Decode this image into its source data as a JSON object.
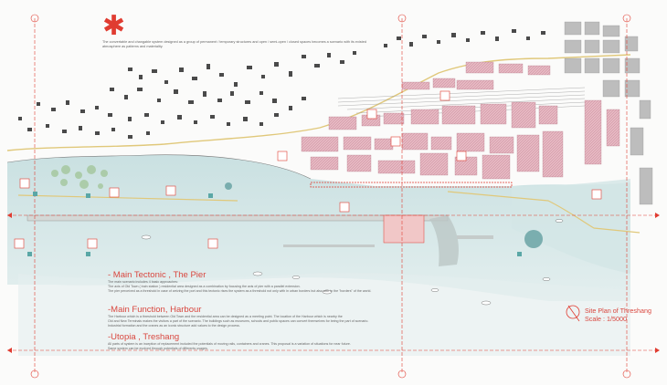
{
  "intro": "The convertable and changable system designed as a group of permanent / temporary structures and open / semi-open / closed spaces becomes a scenario with its existed atmosphere as patterns and materiality.",
  "sections": [
    {
      "title": "- Main Tectonic , The Pier",
      "lines": [
        "The main scenario includes 4 basic approaches:",
        "The axis of Old Town ( train station ) residential area designed as a combination by focusing the axis of pier with a parallel extension.",
        "The pier perceived as a threshold in case of arriving the port and this tectonic rises the system as a threshold not only with in urban borders but also with in the \"borders\" of the world."
      ]
    },
    {
      "title": "-Main Function, Harbour",
      "lines": [
        "The Harbour which is a threshold between Old Town and the residential area can be designed as a meeting point. The location of the Harbour which is nearby the",
        "Old and New Terminals makes the visitors a part of the scenario. The buildings such as museums, schools and public spaces can convert themselves for being the part of scenario.",
        "Industrial formation and the cranes as an iconic structure add values to the design process."
      ]
    },
    {
      "title": "-Utopia , Treshang",
      "lines": [
        "All parts of system is an inception of replacement included the potentials of moving rails, containers and cranes. This proposal is a variation of situations for near future.",
        "Same system can be evolved through potentials of differents usages."
      ]
    }
  ],
  "scale_title": "Site Plan of Threshang",
  "scale_value": "Scale : 1/5000",
  "colors": {
    "accent": "#e03c31",
    "water": "#cfe3e3",
    "building": "#d9a8b4",
    "old_town": "#444444"
  },
  "icons": [
    "north-arrow-icon",
    "asterisk-icon",
    "red-marker-icon",
    "teal-marker-icon",
    "section-arrow-icon"
  ]
}
